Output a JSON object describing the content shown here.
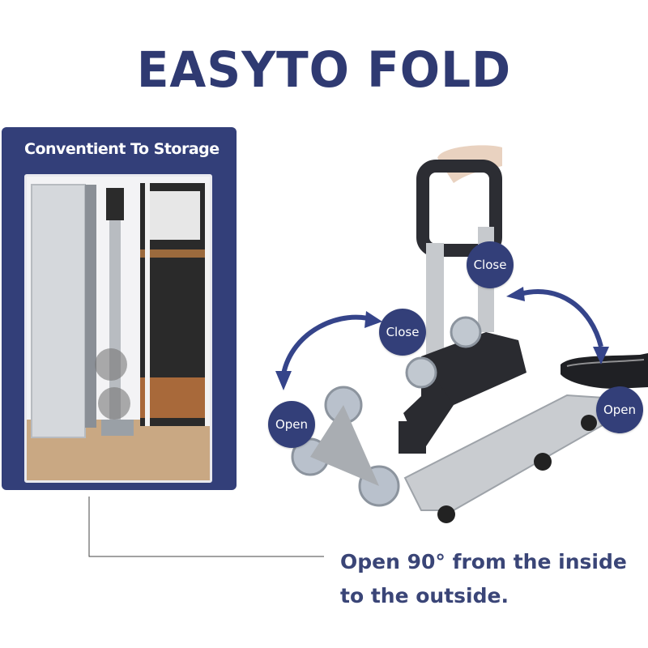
{
  "title": "EASYTO FOLD",
  "storage_label": "Conventient To Storage",
  "labels": {
    "close_upper": "Close",
    "close_lower": "Close",
    "open_left": "Open",
    "open_right": "Open"
  },
  "caption": {
    "line1": "Open 90° from the inside",
    "line2": "to the outside."
  },
  "colors": {
    "brand_navy": "#333f79",
    "title_navy": "#2f3a72"
  }
}
